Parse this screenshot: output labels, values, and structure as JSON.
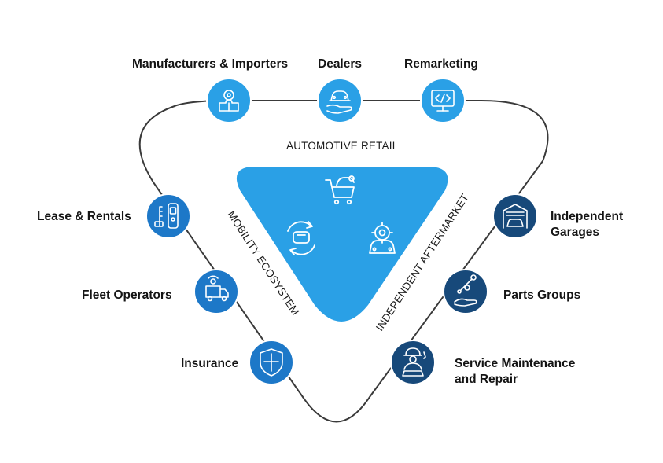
{
  "colors": {
    "loop_line": "#3a3a3a",
    "center_fill": "#2aa0e6",
    "top_node": "#2aa0e6",
    "left_node": "#1d78c8",
    "right_node": "#17497a",
    "icon_stroke": "#ffffff"
  },
  "sections": {
    "top": "AUTOMOTIVE RETAIL",
    "left": "MOBILITY ECOSYSTEM",
    "right": "INDEPENDENT AFTERMARKET"
  },
  "nodes": {
    "manufacturers": {
      "label": "Manufacturers & Importers",
      "icon": "puzzle-gear-icon"
    },
    "dealers": {
      "label": "Dealers",
      "icon": "car-in-hand-icon"
    },
    "remarketing": {
      "label": "Remarketing",
      "icon": "monitor-code-icon"
    },
    "lease": {
      "label": "Lease & Rentals",
      "icon": "key-fob-icon"
    },
    "fleet": {
      "label": "Fleet Operators",
      "icon": "delivery-truck-icon"
    },
    "insurance": {
      "label": "Insurance",
      "icon": "shield-icon"
    },
    "garages": {
      "label": "Independent Garages",
      "icon": "garage-icon"
    },
    "parts": {
      "label": "Parts Groups",
      "icon": "parts-hand-icon"
    },
    "service": {
      "label": "Service Maintenance and Repair",
      "icon": "mechanic-icon"
    }
  },
  "center_icons": [
    "car-shopping-cart-icon",
    "car-rotate-icon",
    "car-repair-icon"
  ]
}
